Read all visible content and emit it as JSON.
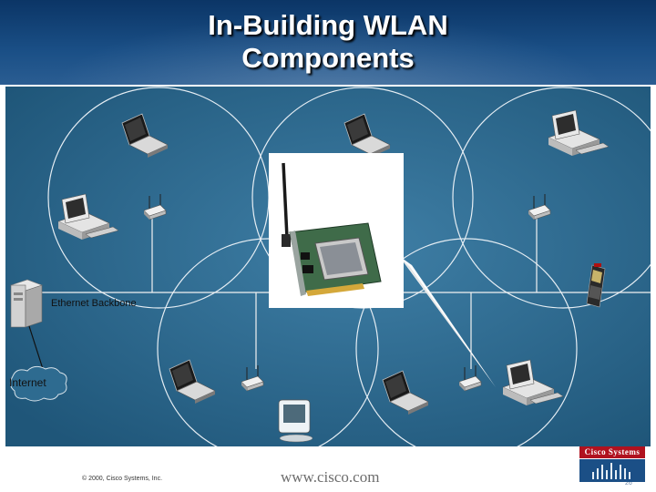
{
  "slide": {
    "title_line1": "In-Building WLAN",
    "title_line2": "Components"
  },
  "diagram": {
    "backbone_label": "Ethernet Backbone",
    "internet_label": "Internet"
  },
  "footer": {
    "copyright": "© 2000, Cisco Systems, Inc.",
    "url": "www.cisco.com",
    "page_number": "26"
  },
  "logo": {
    "text": "Cisco Systems"
  },
  "colors": {
    "header_blue": "#0b3566",
    "stage_teal": "#29658a",
    "logo_red": "#b0121f"
  },
  "icons": [
    "laptop-icon",
    "desktop-computer-icon",
    "access-point-icon",
    "server-tower-icon",
    "cloud-icon",
    "pda-scanner-icon",
    "imac-icon",
    "wireless-pci-card-icon"
  ]
}
